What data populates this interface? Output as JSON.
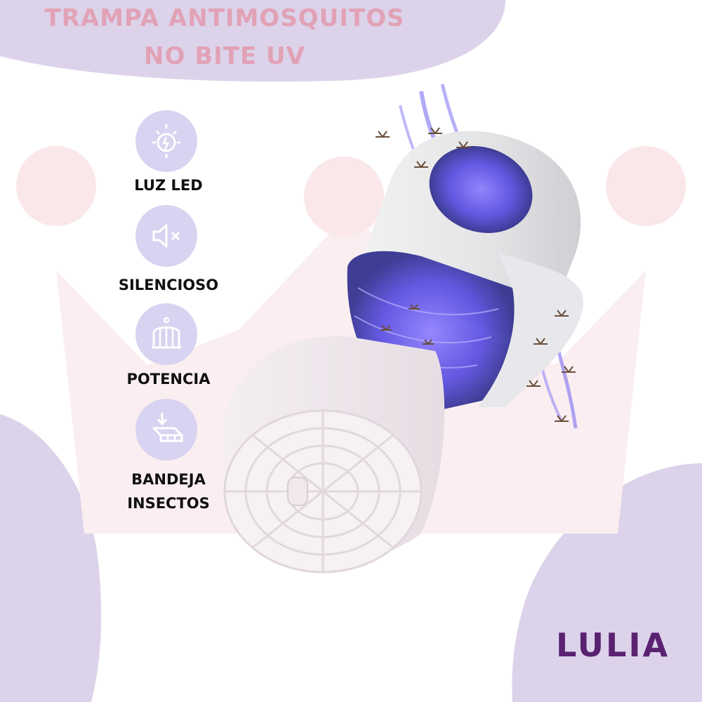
{
  "header": {
    "title_line1": "TRAMPA ANTIMOSQUITOS",
    "title_line2": "NO BITE UV"
  },
  "features": [
    {
      "icon": "light-bulb-icon",
      "label": "LUZ LED"
    },
    {
      "icon": "speaker-mute-icon",
      "label": "SILENCIOSO"
    },
    {
      "icon": "cage-icon",
      "label": "POTENCIA"
    },
    {
      "icon": "tray-icon",
      "label_line1": "BANDEJA",
      "label_line2": "INSECTOS"
    }
  ],
  "brand": {
    "name": "LULIA"
  },
  "colors": {
    "title": "#e2a2b6",
    "lavender": "#dcd3ea",
    "pink_circle": "#f8e6ea",
    "icon_bg": "#d8d3f0",
    "uv_glow": "#5a4ee8",
    "brand": "#5a2171"
  }
}
